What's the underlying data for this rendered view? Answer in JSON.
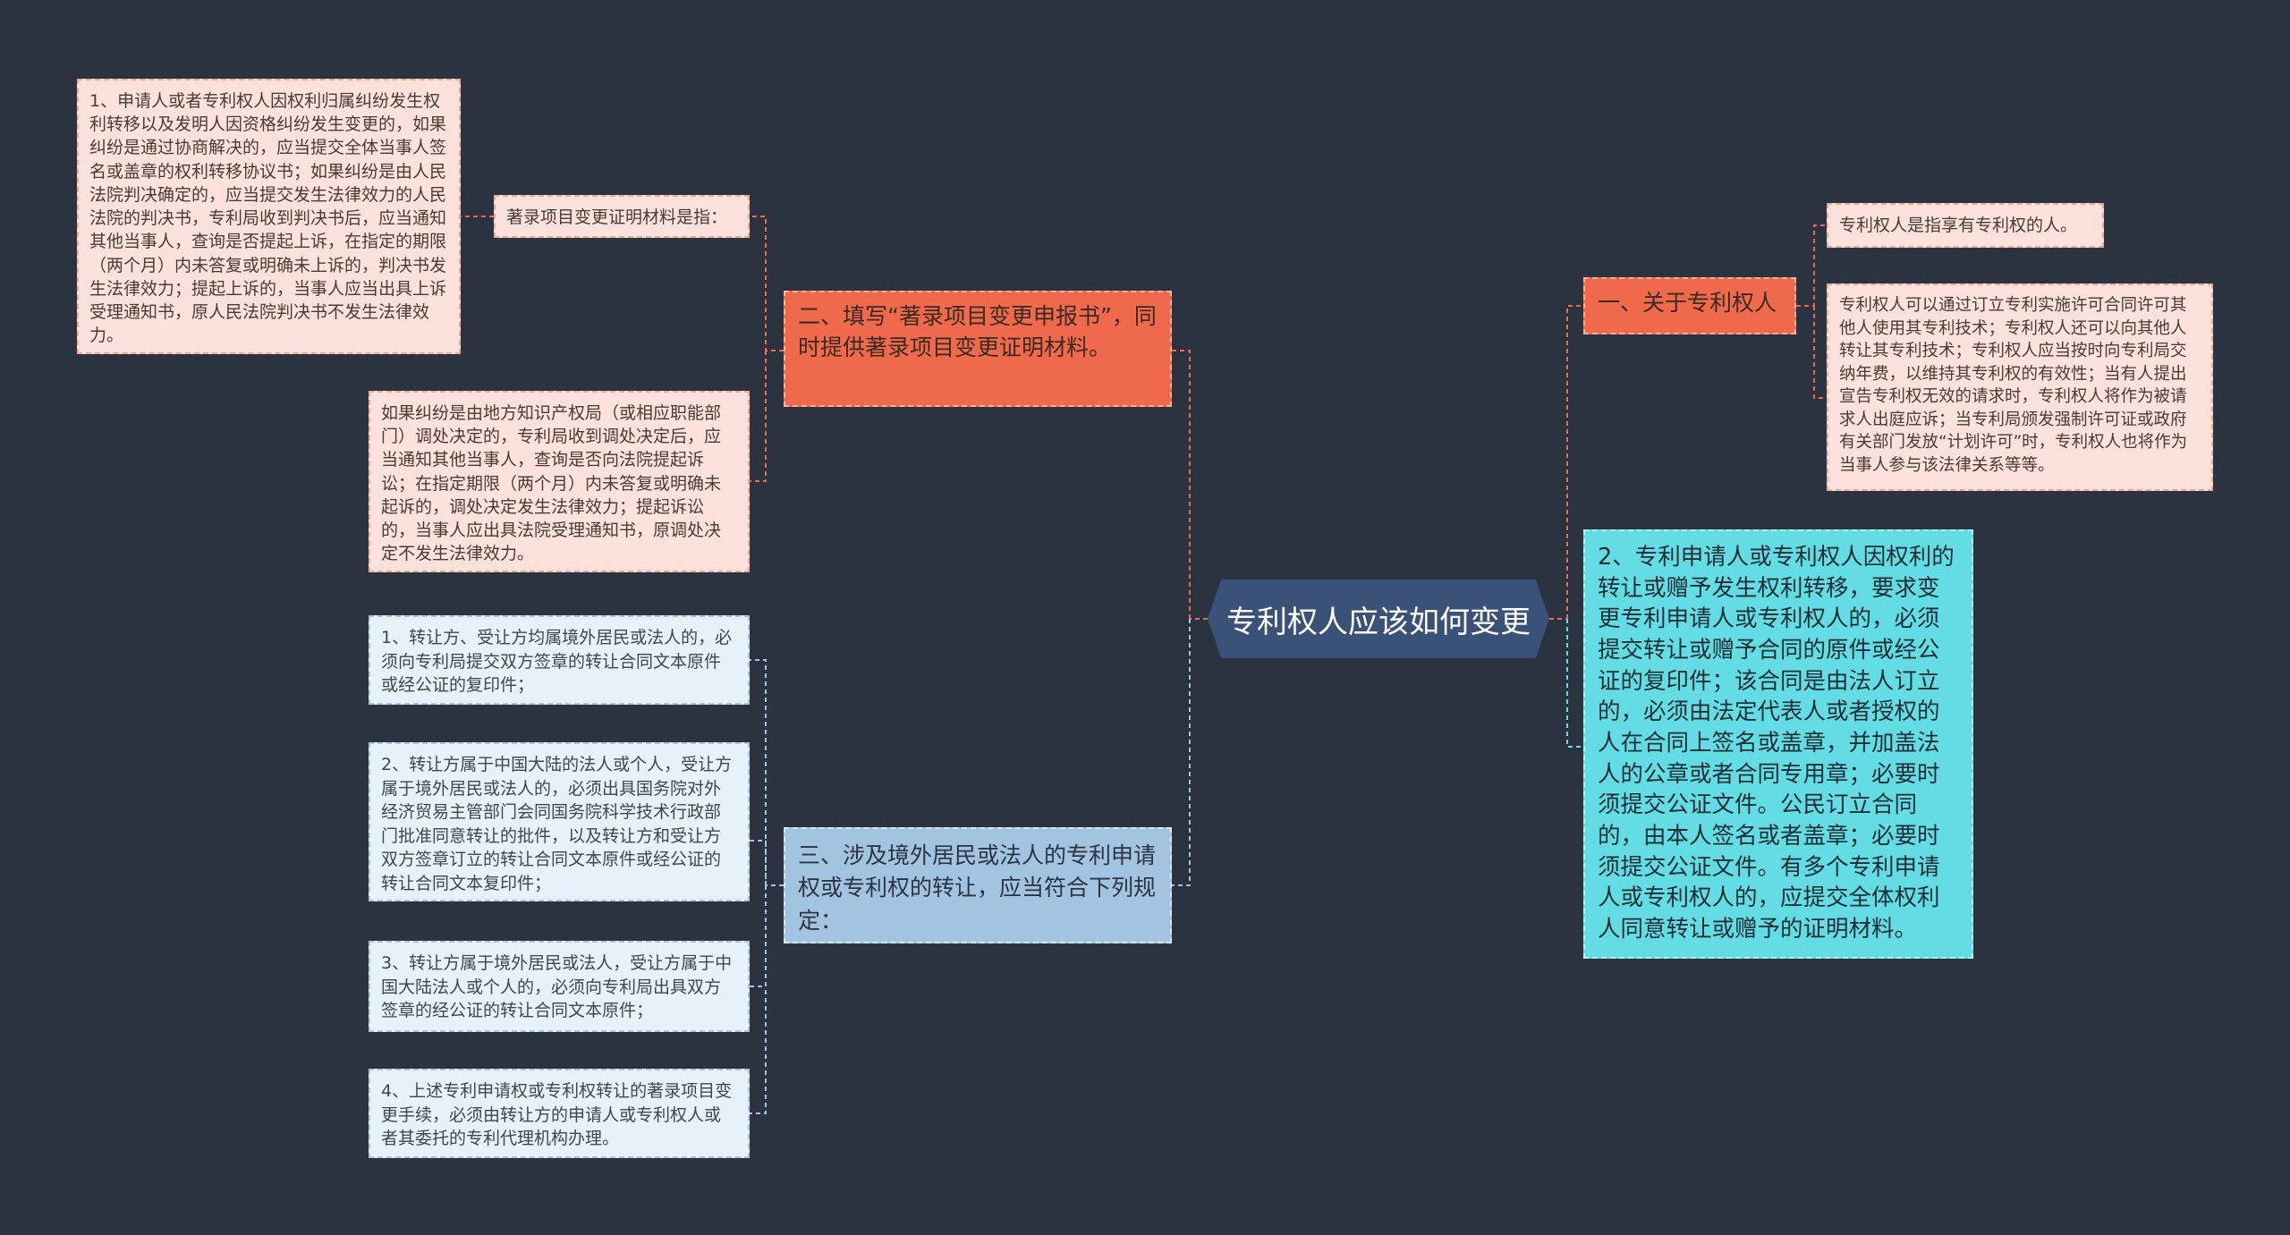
{
  "central": {
    "label": "专利权人应该如何变更"
  },
  "branches": {
    "right_1": {
      "label": "一、关于专利权人",
      "children": [
        "专利权人是指享有专利权的人。",
        "专利权人可以通过订立专利实施许可合同许可其他人使用其专利技术；专利权人还可以向其他人转让其专利技术；专利权人应当按时向专利局交纳年费，以维持其专利权的有效性；当有人提出宣告专利权无效的请求时，专利权人将作为被请求人出庭应诉；当专利局颁发强制许可证或政府有关部门发放“计划许可”时，专利权人也将作为当事人参与该法律关系等等。"
      ]
    },
    "right_2": {
      "label": "2、专利申请人或专利权人因权利的转让或赠予发生权利转移，要求变更专利申请人或专利权人的，必须提交转让或赠予合同的原件或经公证的复印件；该合同是由法人订立的，必须由法定代表人或者授权的人在合同上签名或盖章，并加盖法人的公章或者合同专用章；必要时须提交公证文件。公民订立合同的，由本人签名或者盖章；必要时须提交公证文件。有多个专利申请人或专利权人的，应提交全体权利人同意转让或赠予的证明材料。"
    },
    "left_1": {
      "label": "二、填写“著录项目变更申报书”，同时提供著录项目变更证明材料。",
      "sub_label": "著录项目变更证明材料是指：",
      "sub_children": [
        "1、申请人或者专利权人因权利归属纠纷发生权利转移以及发明人因资格纠纷发生变更的，如果纠纷是通过协商解决的，应当提交全体当事人签名或盖章的权利转移协议书；如果纠纷是由人民法院判决确定的，应当提交发生法律效力的人民法院的判决书，专利局收到判决书后，应当通知其他当事人，查询是否提起上诉，在指定的期限（两个月）内未答复或明确未上诉的，判决书发生法律效力；提起上诉的，当事人应当出具上诉受理通知书，原人民法院判决书不发生法律效力。"
      ],
      "children": [
        "如果纠纷是由地方知识产权局（或相应职能部门）调处决定的，专利局收到调处决定后，应当通知其他当事人，查询是否向法院提起诉讼；在指定期限（两个月）内未答复或明确未起诉的，调处决定发生法律效力；提起诉讼的，当事人应出具法院受理通知书，原调处决定不发生法律效力。"
      ]
    },
    "left_2": {
      "label": "三、涉及境外居民或法人的专利申请权或专利权的转让，应当符合下列规定：",
      "children": [
        "1、转让方、受让方均属境外居民或法人的，必须向专利局提交双方签章的转让合同文本原件或经公证的复印件；",
        "2、转让方属于中国大陆的法人或个人，受让方属于境外居民或法人的，必须出具国务院对外经济贸易主管部门会同国务院科学技术行政部门批准同意转让的批件，以及转让方和受让方双方签章订立的转让合同文本原件或经公证的转让合同文本复印件；",
        "3、转让方属于境外居民或法人，受让方属于中国大陆法人或个人的，必须向专利局出具双方签章的经公证的转让合同文本原件；",
        "4、上述专利申请权或专利权转让的著录项目变更手续，必须由转让方的申请人或专利权人或者其委托的专利代理机构办理。"
      ]
    }
  },
  "colors": {
    "background": "#2b3340",
    "central": "#3b5278",
    "orange": "#ef6a4c",
    "blue": "#a3c4e0",
    "cyan": "#63dde3",
    "leaf_pink": "#fde2db",
    "leaf_blue": "#e7f1f9"
  }
}
